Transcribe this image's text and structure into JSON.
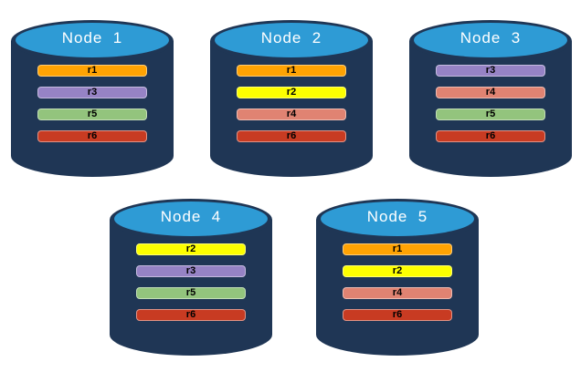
{
  "diagram": {
    "type": "replica-distribution-across-database-nodes",
    "background": "#FFFFFF",
    "cylinder": {
      "body_color": "#1F3655",
      "top_face_color": "#2E9BD5",
      "label_color": "#FFFFFF"
    },
    "replica_colors": {
      "r1": "#FFA303",
      "r2": "#FDFF00",
      "r3": "#9683C5",
      "r4": "#E08372",
      "r5": "#93C47D",
      "r6": "#C83B22"
    },
    "bar_text_color": "#000000",
    "nodes": [
      {
        "label": "Node  1",
        "replicas": [
          "r1",
          "r3",
          "r5",
          "r6"
        ]
      },
      {
        "label": "Node  2",
        "replicas": [
          "r1",
          "r2",
          "r4",
          "r6"
        ]
      },
      {
        "label": "Node  3",
        "replicas": [
          "r3",
          "r4",
          "r5",
          "r6"
        ]
      },
      {
        "label": "Node  4",
        "replicas": [
          "r2",
          "r3",
          "r5",
          "r6"
        ]
      },
      {
        "label": "Node  5",
        "replicas": [
          "r1",
          "r2",
          "r4",
          "r6"
        ]
      }
    ]
  }
}
